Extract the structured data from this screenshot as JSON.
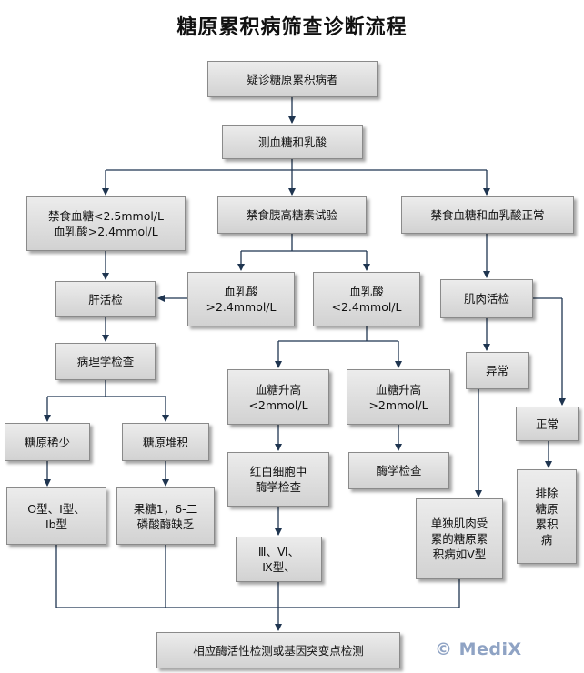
{
  "title": "糖原累积病筛查诊断流程",
  "nodes": {
    "suspect": "疑诊糖原累积病者",
    "measure": "测血糖和乳酸",
    "fast_low": [
      "禁食血糖<2.5mmol/L",
      "血乳酸>2.4mmol/L"
    ],
    "fast_glucagon": "禁食胰高糖素试验",
    "fast_normal": "禁食血糖和血乳酸正常",
    "lactate_high": [
      "血乳酸",
      ">2.4mmol/L"
    ],
    "lactate_low": [
      "血乳酸",
      "<2.4mmol/L"
    ],
    "liver_biopsy": "肝活检",
    "muscle_biopsy": "肌肉活检",
    "pathology": "病理学检查",
    "glucose_rise_low": [
      "血糖升高",
      "<2mmol/L"
    ],
    "glucose_rise_high": [
      "血糖升高",
      ">2mmol/L"
    ],
    "abnormal": "异常",
    "normal": "正常",
    "glycogen_sparse": "糖原稀少",
    "glycogen_accum": "糖原堆积",
    "rbc_wbc_enzyme": [
      "红白细胞中",
      "酶学检查"
    ],
    "enzyme_test": "酶学检查",
    "types_0_1": [
      "O型、Ⅰ型、",
      "Ⅰb型"
    ],
    "fructose_def": [
      "果糖1，6-二",
      "磷酸酶缺乏"
    ],
    "types_3_6_9": [
      "Ⅲ、Ⅵ、",
      "Ⅸ型、"
    ],
    "muscle_only": [
      "单独肌肉受",
      "累的糖原累",
      "积病如Ⅴ型"
    ],
    "exclude": [
      "排除",
      "糖原",
      "累积",
      "病"
    ],
    "final": "相应酶活性检测或基因突变点检测"
  },
  "watermark": "© MediX"
}
